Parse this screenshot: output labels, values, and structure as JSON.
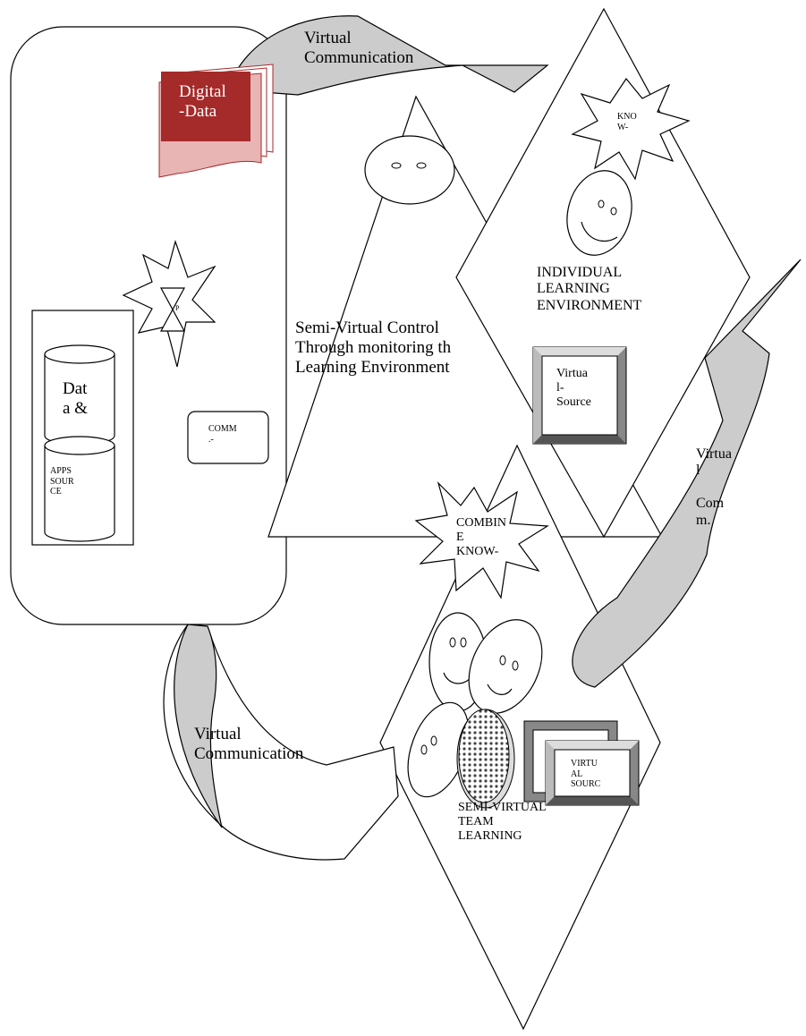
{
  "colors": {
    "arrow_fill": "#cccccc",
    "book_red": "#a52a2a",
    "book_pink": "#e8b4b4",
    "stroke": "#000000",
    "background": "#ffffff"
  },
  "labels": {
    "virtual_comm_top": "Virtual\nCommunication",
    "digital_data": "Digital\n-Data",
    "know_top": "KNO\nW-",
    "individual_env": "INDIVIDUAL\nLEARNING\nENVIRONMENT",
    "semi_virtual_control": "Semi-Virtual Control\n Through monitoring th\nLearning Environment",
    "virtual_source": "Virtua\nl-\nSource",
    "data_cyl": "Dat\na &",
    "apps_cyl": "APPS\nSOUR\nCE",
    "comm_box": "COMM\n.-",
    "burst_small": "P",
    "virtual_comm_right": "Virtua\nl\n\nCom\nm.",
    "combine_know": "COMBIN\nE\nKNOW-",
    "virtual_comm_bottom": "Virtual\nCommunication",
    "virtu_al_sourc": "VIRTU\nAL\nSOURC",
    "semi_virtual_team": "SEMI-VIRTUAL\nTEAM\nLEARNING"
  }
}
